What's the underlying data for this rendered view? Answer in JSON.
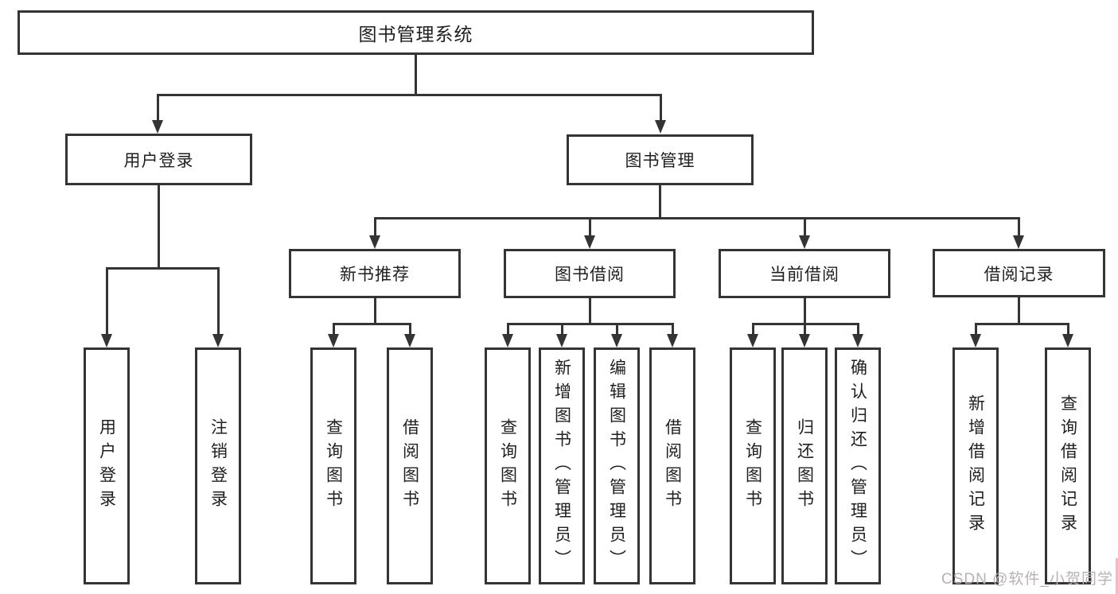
{
  "tree": {
    "root": {
      "label": "图书管理系统"
    },
    "branches": [
      {
        "label": "用户登录",
        "children": [
          {
            "label": "用户登录"
          },
          {
            "label": "注销登录"
          }
        ]
      },
      {
        "label": "图书管理",
        "children": [
          {
            "label": "新书推荐",
            "children": [
              {
                "label": "查询图书"
              },
              {
                "label": "借阅图书"
              }
            ]
          },
          {
            "label": "图书借阅",
            "children": [
              {
                "label": "查询图书"
              },
              {
                "label": "新增图书（管理员）"
              },
              {
                "label": "编辑图书（管理员）"
              },
              {
                "label": "借阅图书"
              }
            ]
          },
          {
            "label": "当前借阅",
            "children": [
              {
                "label": "查询图书"
              },
              {
                "label": "归还图书"
              },
              {
                "label": "确认归还（管理员）"
              }
            ]
          },
          {
            "label": "借阅记录",
            "children": [
              {
                "label": "新增借阅记录"
              },
              {
                "label": "查询借阅记录"
              }
            ]
          }
        ]
      }
    ]
  },
  "watermark": {
    "text": "CSDN @软件_小贺同学"
  },
  "colors": {
    "line": "#343434",
    "text": "#1f1f1f",
    "watermark": "#b8b2b2",
    "edge_strip": "#f3bac6",
    "background": "#ffffff"
  }
}
